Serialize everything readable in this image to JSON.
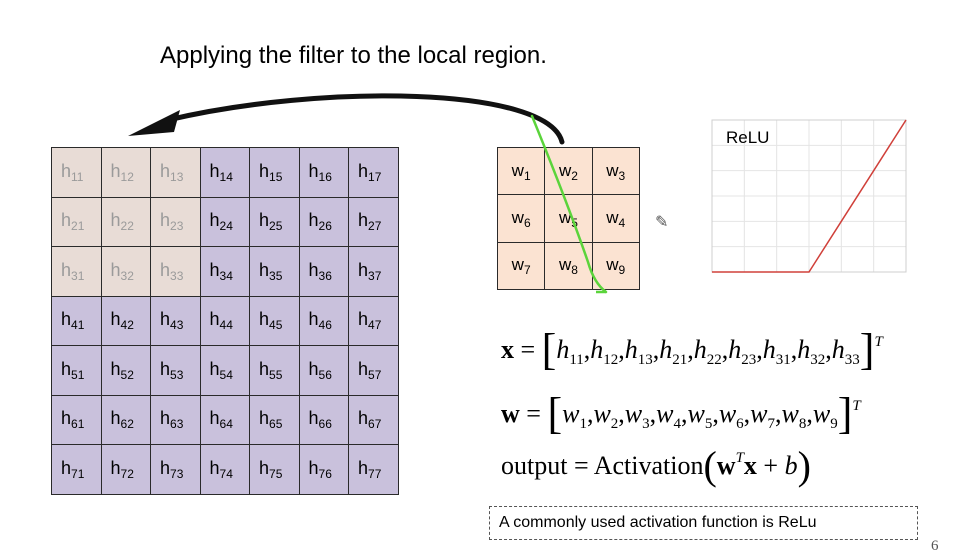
{
  "slide": {
    "title": "Applying the filter to the local region.",
    "page_number": "6",
    "note": "A commonly used activation function is ReLu"
  },
  "input_grid": {
    "rows": [
      [
        {
          "b": "h",
          "s": "11",
          "hl": true
        },
        {
          "b": "h",
          "s": "12",
          "hl": true
        },
        {
          "b": "h",
          "s": "13",
          "hl": true
        },
        {
          "b": "h",
          "s": "14"
        },
        {
          "b": "h",
          "s": "15"
        },
        {
          "b": "h",
          "s": "16"
        },
        {
          "b": "h",
          "s": "17"
        }
      ],
      [
        {
          "b": "h",
          "s": "21",
          "hl": true
        },
        {
          "b": "h",
          "s": "22",
          "hl": true
        },
        {
          "b": "h",
          "s": "23",
          "hl": true
        },
        {
          "b": "h",
          "s": "24"
        },
        {
          "b": "h",
          "s": "25"
        },
        {
          "b": "h",
          "s": "26"
        },
        {
          "b": "h",
          "s": "27"
        }
      ],
      [
        {
          "b": "h",
          "s": "31",
          "hl": true
        },
        {
          "b": "h",
          "s": "32",
          "hl": true
        },
        {
          "b": "h",
          "s": "33",
          "hl": true
        },
        {
          "b": "h",
          "s": "34"
        },
        {
          "b": "h",
          "s": "35"
        },
        {
          "b": "h",
          "s": "36"
        },
        {
          "b": "h",
          "s": "37"
        }
      ],
      [
        {
          "b": "h",
          "s": "41"
        },
        {
          "b": "h",
          "s": "42"
        },
        {
          "b": "h",
          "s": "43"
        },
        {
          "b": "h",
          "s": "44"
        },
        {
          "b": "h",
          "s": "45"
        },
        {
          "b": "h",
          "s": "46"
        },
        {
          "b": "h",
          "s": "47"
        }
      ],
      [
        {
          "b": "h",
          "s": "51"
        },
        {
          "b": "h",
          "s": "52"
        },
        {
          "b": "h",
          "s": "53"
        },
        {
          "b": "h",
          "s": "54"
        },
        {
          "b": "h",
          "s": "55"
        },
        {
          "b": "h",
          "s": "56"
        },
        {
          "b": "h",
          "s": "57"
        }
      ],
      [
        {
          "b": "h",
          "s": "61"
        },
        {
          "b": "h",
          "s": "62"
        },
        {
          "b": "h",
          "s": "63"
        },
        {
          "b": "h",
          "s": "64"
        },
        {
          "b": "h",
          "s": "65"
        },
        {
          "b": "h",
          "s": "66"
        },
        {
          "b": "h",
          "s": "67"
        }
      ],
      [
        {
          "b": "h",
          "s": "71"
        },
        {
          "b": "h",
          "s": "72"
        },
        {
          "b": "h",
          "s": "73"
        },
        {
          "b": "h",
          "s": "74"
        },
        {
          "b": "h",
          "s": "75"
        },
        {
          "b": "h",
          "s": "76"
        },
        {
          "b": "h",
          "s": "77"
        }
      ]
    ]
  },
  "filter_grid": {
    "rows": [
      [
        {
          "b": "w",
          "s": "1"
        },
        {
          "b": "w",
          "s": "2"
        },
        {
          "b": "w",
          "s": "3"
        }
      ],
      [
        {
          "b": "w",
          "s": "6"
        },
        {
          "b": "w",
          "s": "5"
        },
        {
          "b": "w",
          "s": "4"
        }
      ],
      [
        {
          "b": "w",
          "s": "7"
        },
        {
          "b": "w",
          "s": "8"
        },
        {
          "b": "w",
          "s": "9"
        }
      ]
    ]
  },
  "equations": {
    "x_lhs": "x",
    "x_terms": [
      "h_11",
      "h_12",
      "h_13",
      "h_21",
      "h_22",
      "h_23",
      "h_31",
      "h_32",
      "h_33"
    ],
    "w_lhs": "w",
    "w_terms": [
      "w_1",
      "w_2",
      "w_3",
      "w_4",
      "w_5",
      "w_6",
      "w_7",
      "w_8",
      "w_9"
    ],
    "transpose": "T",
    "output_label": "output",
    "activation_label": "Activation",
    "bias": "b"
  },
  "relu_chart": {
    "label": "ReLU"
  },
  "colors": {
    "grid_cell": "#c9c1dc",
    "grid_highlight": "#e8dcd6",
    "filter_cell": "#fbe3d2",
    "relu_line": "#d0403a",
    "annotation_stroke": "#5bd43b"
  },
  "chart_data": {
    "type": "line",
    "title": "ReLU",
    "x": [
      -3,
      -2,
      -1,
      0,
      1,
      2,
      3
    ],
    "series": [
      {
        "values": [
          0,
          0,
          0,
          0,
          1,
          2,
          3
        ]
      }
    ],
    "xlim": [
      -3,
      3
    ],
    "ylim": [
      0,
      3
    ],
    "grid": true
  }
}
